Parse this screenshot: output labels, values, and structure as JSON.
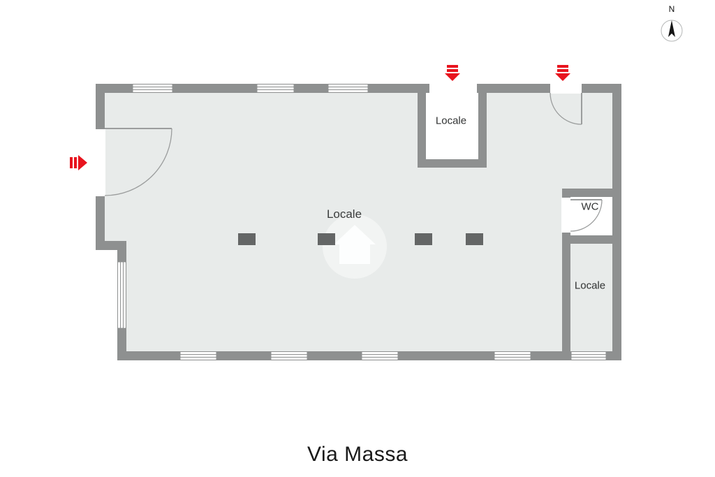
{
  "street": {
    "label": "Via Massa"
  },
  "compass": {
    "north_label": "N"
  },
  "rooms": {
    "main_label": "Locale",
    "top_label": "Locale",
    "wc_label": "WC",
    "bottom_right_label": "Locale"
  },
  "colors": {
    "wall": "#8e9090",
    "floor": "#e8ebea",
    "room_fill_white": "#ffffff",
    "pillar": "#646666",
    "entrance_arrow": "#e8141e",
    "door_arc": "#9b9d9d",
    "label_text": "#303232",
    "title_text": "#1a1a1a"
  }
}
